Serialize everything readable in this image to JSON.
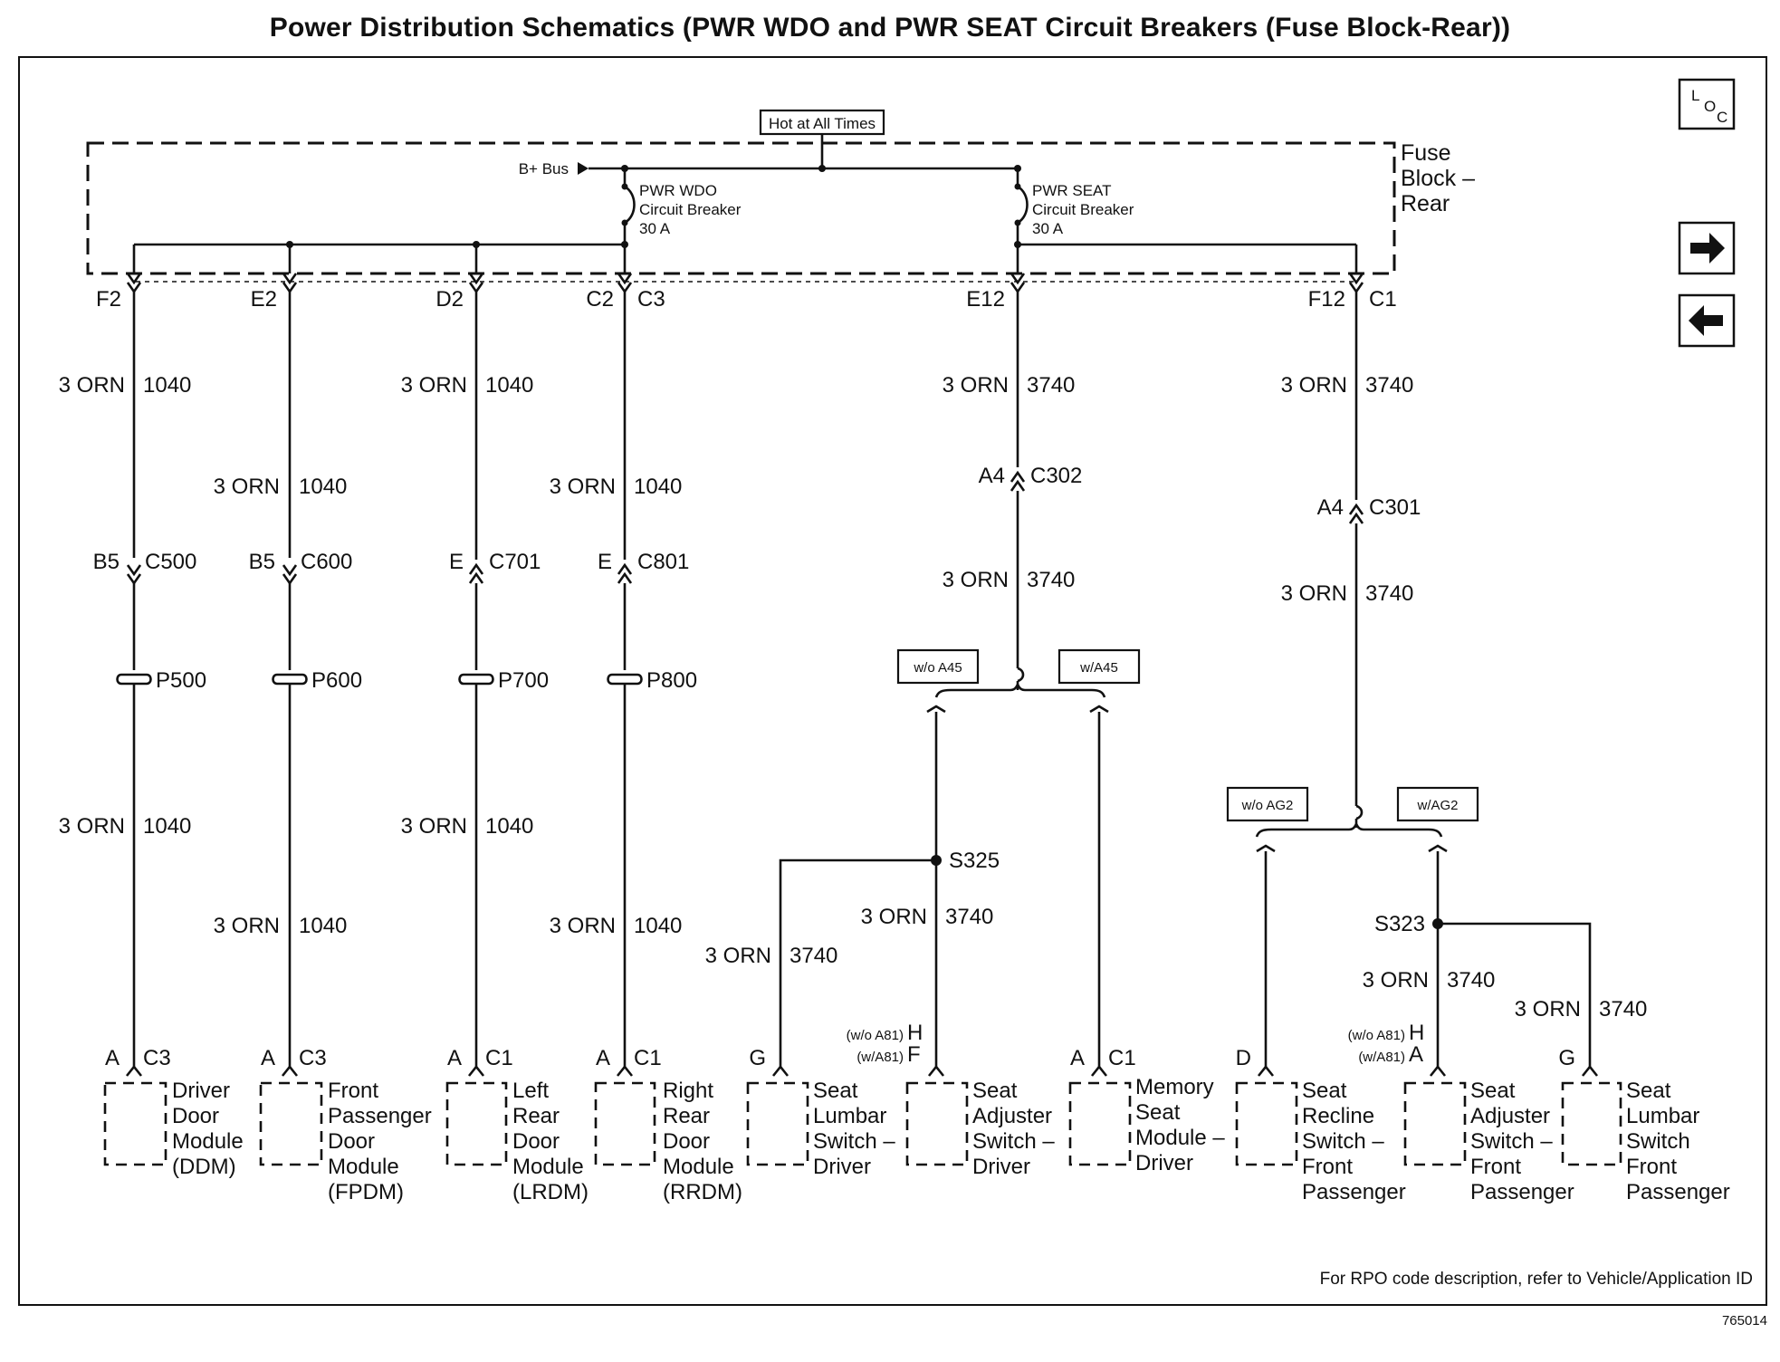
{
  "title": "Power Distribution Schematics (PWR WDO and PWR SEAT Circuit Breakers (Fuse Block-Rear))",
  "doc_number": "765014",
  "footnote": "For RPO code description, refer to Vehicle/Application ID",
  "nav": {
    "loc_icon": "loc-icon",
    "next_icon": "arrow-right-icon",
    "prev_icon": "arrow-left-icon"
  },
  "fuse_block": {
    "source_label": "Hot at All Times",
    "bus_label": "B+ Bus",
    "name_lines": [
      "Fuse",
      "Block –",
      "Rear"
    ],
    "breaker_wdo": [
      "PWR WDO",
      "Circuit Breaker",
      "30 A"
    ],
    "breaker_seat": [
      "PWR SEAT",
      "Circuit Breaker",
      "30 A"
    ]
  },
  "pins": [
    "F2",
    "E2",
    "D2",
    "C2",
    "C3",
    "E12",
    "F12",
    "C1"
  ],
  "wires": {
    "gauge_color": "3 ORN",
    "circuit_wdo": "1040",
    "circuit_seat": "3740"
  },
  "connectors": [
    {
      "pin": "B5",
      "name": "C500"
    },
    {
      "pin": "B5",
      "name": "C600"
    },
    {
      "pin": "E",
      "name": "C701"
    },
    {
      "pin": "E",
      "name": "C801"
    },
    {
      "pin": "A4",
      "name": "C302"
    },
    {
      "pin": "A4",
      "name": "C301"
    }
  ],
  "pass_throughs": [
    "P500",
    "P600",
    "P700",
    "P800"
  ],
  "options": {
    "wo_a45": "w/o A45",
    "w_a45": "w/A45",
    "wo_ag2": "w/o AG2",
    "w_ag2": "w/AG2",
    "wo_a81": "(w/o A81)",
    "w_a81": "(w/A81)"
  },
  "splices": [
    "S325",
    "S323"
  ],
  "components": [
    {
      "pin": "A",
      "conn": "C3",
      "lines": [
        "Driver",
        "Door",
        "Module",
        "(DDM)"
      ]
    },
    {
      "pin": "A",
      "conn": "C3",
      "lines": [
        "Front",
        "Passenger",
        "Door",
        "Module",
        "(FPDM)"
      ]
    },
    {
      "pin": "A",
      "conn": "C1",
      "lines": [
        "Left",
        "Rear",
        "Door",
        "Module",
        "(LRDM)"
      ]
    },
    {
      "pin": "A",
      "conn": "C1",
      "lines": [
        "Right",
        "Rear",
        "Door",
        "Module",
        "(RRDM)"
      ]
    },
    {
      "pin": "G",
      "conn": "",
      "lines": [
        "Seat",
        "Lumbar",
        "Switch –",
        "Driver"
      ]
    },
    {
      "pin_wo": "H",
      "pin_w": "F",
      "lines": [
        "Seat",
        "Adjuster",
        "Switch –",
        "Driver"
      ]
    },
    {
      "pin": "A",
      "conn": "C1",
      "lines": [
        "Memory",
        "Seat",
        "Module –",
        "Driver"
      ]
    },
    {
      "pin": "D",
      "conn": "",
      "lines": [
        "Seat",
        "Recline",
        "Switch –",
        "Front",
        "Passenger"
      ]
    },
    {
      "pin_wo": "H",
      "pin_w": "A",
      "lines": [
        "Seat",
        "Adjuster",
        "Switch –",
        "Front",
        "Passenger"
      ]
    },
    {
      "pin": "G",
      "conn": "",
      "lines": [
        "Seat",
        "Lumbar",
        "Switch",
        "Front",
        "Passenger"
      ]
    }
  ]
}
